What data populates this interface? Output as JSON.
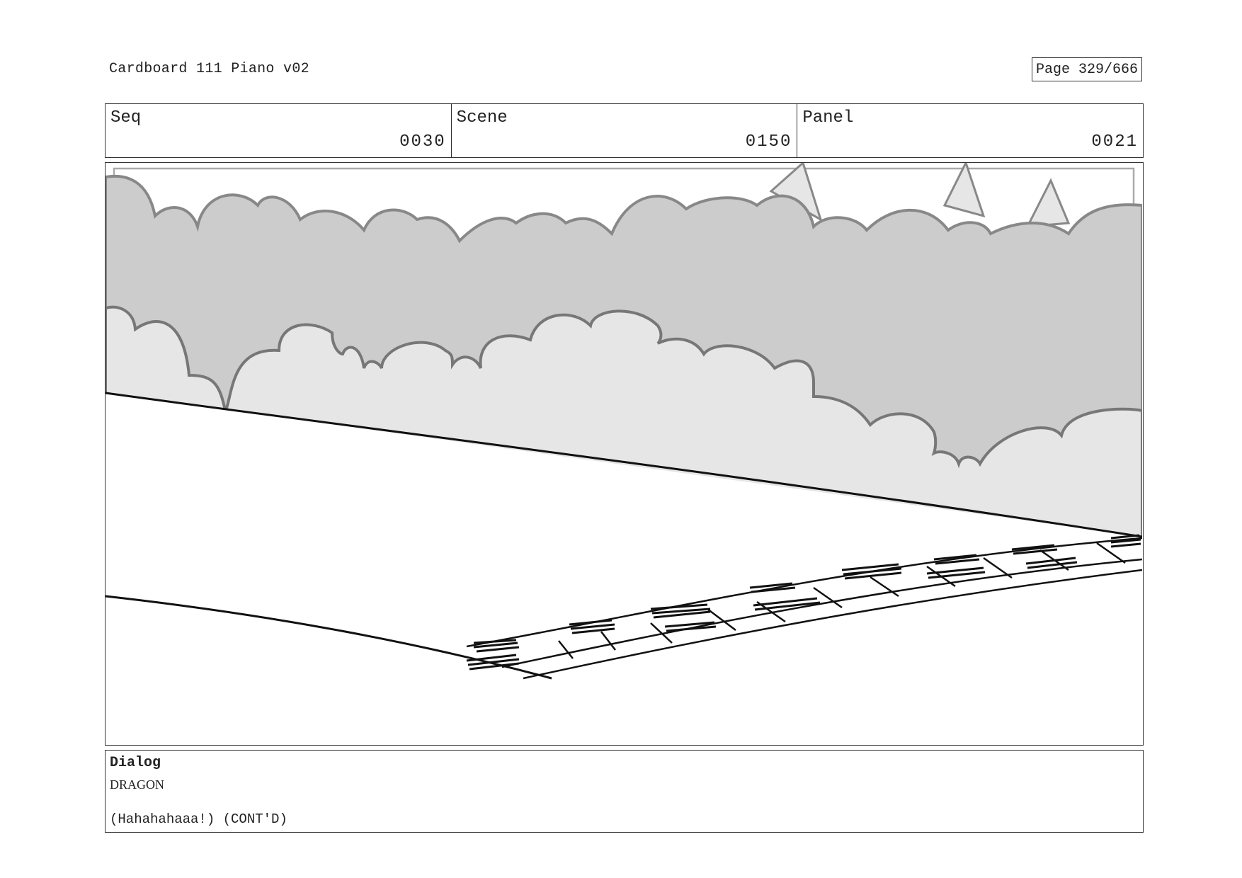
{
  "document": {
    "title": "Cardboard 111 Piano v02",
    "page_label": "Page 329/666"
  },
  "header": {
    "seq_label": "Seq",
    "seq_value": "0030",
    "scene_label": "Scene",
    "scene_value": "0150",
    "panel_label": "Panel",
    "panel_value": "0021"
  },
  "panel_image": {
    "description_icon": "storyboard-sketch",
    "colors": {
      "far_bushes": "#cccccc",
      "near_bushes": "#e6e6e6",
      "outline": "#888888",
      "ground_line": "#111111"
    }
  },
  "dialog": {
    "heading": "Dialog",
    "character": "DRAGON",
    "line": "(Hahahahaaa!) (CONT'D)"
  }
}
